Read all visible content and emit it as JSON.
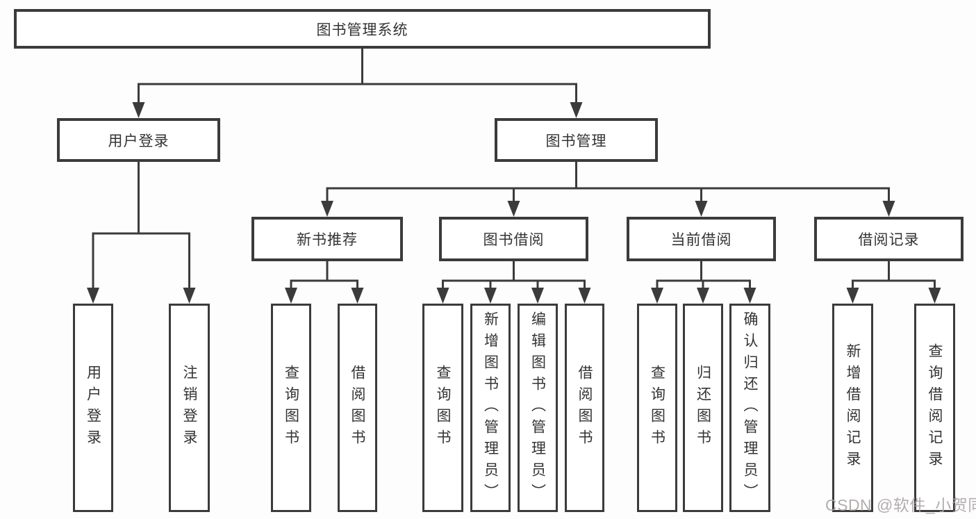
{
  "watermark": "CSDN @软件_小贺同学",
  "colors": {
    "line": "#3b3b3b",
    "text": "#333333",
    "box_background": "#ffffff",
    "page_background": "#fdfdfd",
    "watermark": "#a8a3a3"
  },
  "tree": {
    "root": {
      "label": "图书管理系统",
      "children": [
        {
          "label": "用户登录",
          "children": [
            {
              "label": "用户登录"
            },
            {
              "label": "注销登录"
            }
          ]
        },
        {
          "label": "图书管理",
          "children": [
            {
              "label": "新书推荐",
              "children": [
                {
                  "label": "查询图书"
                },
                {
                  "label": "借阅图书"
                }
              ]
            },
            {
              "label": "图书借阅",
              "children": [
                {
                  "label": "查询图书"
                },
                {
                  "label": "新增图书（管理员）"
                },
                {
                  "label": "编辑图书（管理员）"
                },
                {
                  "label": "借阅图书"
                }
              ]
            },
            {
              "label": "当前借阅",
              "children": [
                {
                  "label": "查询图书"
                },
                {
                  "label": "归还图书"
                },
                {
                  "label": "确认归还（管理员）"
                }
              ]
            },
            {
              "label": "借阅记录",
              "children": [
                {
                  "label": "新增借阅记录"
                },
                {
                  "label": "查询借阅记录"
                }
              ]
            }
          ]
        }
      ]
    }
  }
}
